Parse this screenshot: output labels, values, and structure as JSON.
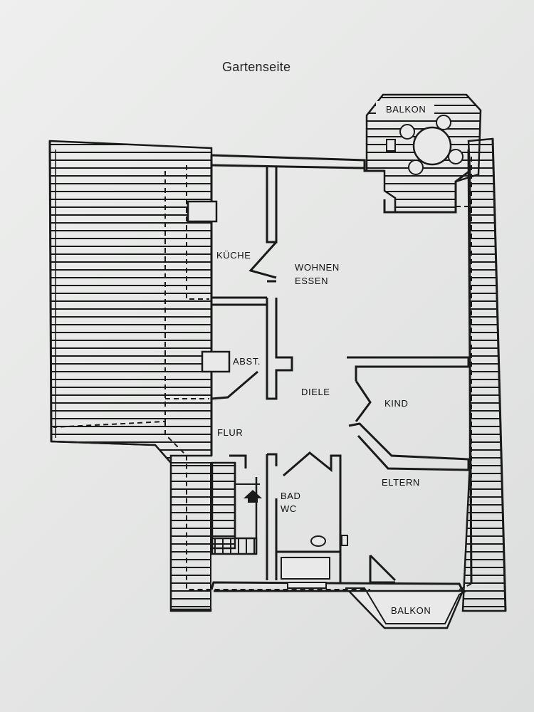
{
  "title": "Gartenseite",
  "rooms": {
    "balkon_top": "BALKON",
    "kueche": "KÜCHE",
    "wohnen": "WOHNEN",
    "essen": "ESSEN",
    "abst": "ABST.",
    "diele": "DIELE",
    "kind": "KIND",
    "flur": "FLUR",
    "eltern": "ELTERN",
    "bad": "BAD",
    "wc": "WC",
    "balkon_bottom": "BALKON"
  },
  "colors": {
    "line": "#1a1a1a",
    "paper": "#e8e9e8"
  }
}
